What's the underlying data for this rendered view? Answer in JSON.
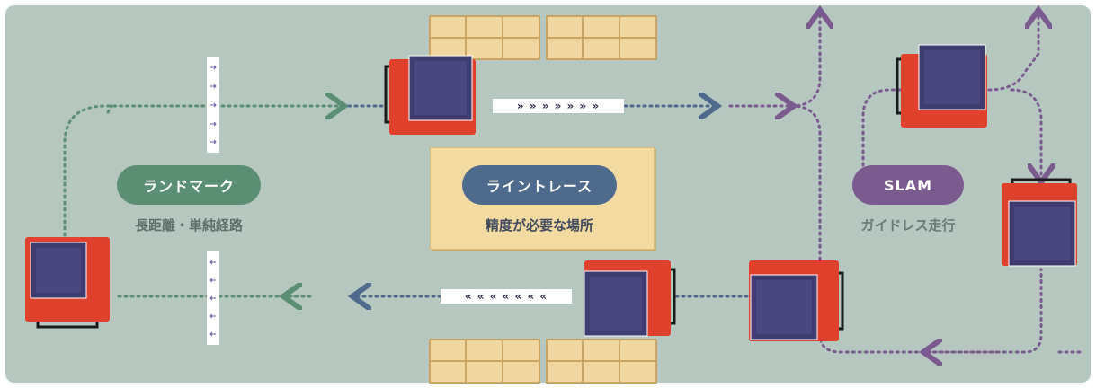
{
  "labels": {
    "landmark": {
      "title": "ランドマーク",
      "subtitle": "長距離・単純経路",
      "color": "#5b8f73"
    },
    "line_trace": {
      "title": "ライントレース",
      "subtitle": "精度が必要な場所",
      "color": "#4e6a8c"
    },
    "slam": {
      "title": "SLAM",
      "subtitle": "ガイドレス走行",
      "color": "#7b5a90"
    }
  },
  "colors": {
    "background": "#b6c7c0",
    "landmark_path": "#5b8f73",
    "line_path": "#4e6a8c",
    "slam_path": "#7b5a90",
    "robot_body": "#e0412c",
    "robot_box": "#3f3d6f",
    "shelf": "#f0d7a0",
    "trace_arrow": "#2a2d4a"
  },
  "icons": {
    "robot": "agv-robot-icon",
    "shelf": "shelf-icon",
    "landmark_post": "landmark-post-icon"
  },
  "line_trace_strips": {
    "top_arrows": "» » » » » » »",
    "bottom_arrows": "« « « « « « «"
  }
}
